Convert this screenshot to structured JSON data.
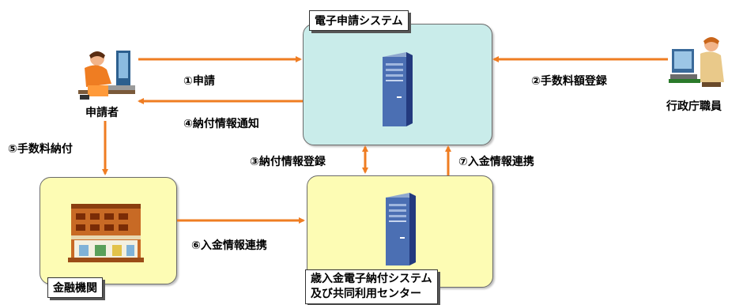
{
  "colors": {
    "arrow": "#ef7d22",
    "system_box_fill": "#c9ecea",
    "center_box_fill": "#fdfcb4",
    "bank_box_fill": "#fdfcb4"
  },
  "nodes": {
    "system": {
      "title": "電子申請システム",
      "icon": "server-icon"
    },
    "applicant": {
      "label": "申請者",
      "icon": "person-at-computer-icon"
    },
    "staff": {
      "label": "行政庁職員",
      "icon": "person-at-computer-icon"
    },
    "bank": {
      "title": "金融機関",
      "icon": "bank-building-icon"
    },
    "center": {
      "title_line1": "歳入金電子納付システム",
      "title_line2": "及び共同利用センター",
      "icon": "server-icon"
    }
  },
  "flows": {
    "step1": "①申請",
    "step2": "②手数料額登録",
    "step3": "③納付情報登録",
    "step4": "④納付情報通知",
    "step5": "⑤手数料納付",
    "step6": "⑥入金情報連携",
    "step7": "⑦入金情報連携"
  }
}
